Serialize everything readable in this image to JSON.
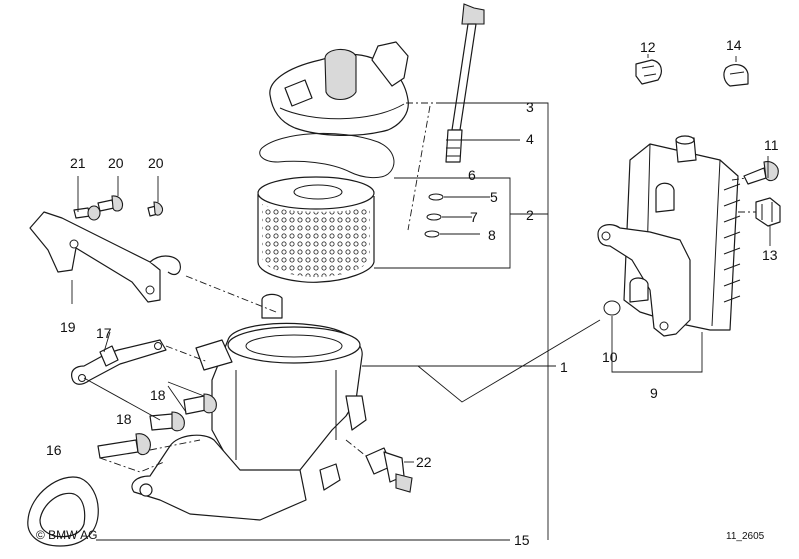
{
  "callouts": [
    {
      "id": "c1",
      "text": "1"
    },
    {
      "id": "c2",
      "text": "2"
    },
    {
      "id": "c3",
      "text": "3"
    },
    {
      "id": "c4",
      "text": "4"
    },
    {
      "id": "c5",
      "text": "5"
    },
    {
      "id": "c6",
      "text": "6"
    },
    {
      "id": "c7",
      "text": "7"
    },
    {
      "id": "c8",
      "text": "8"
    },
    {
      "id": "c9",
      "text": "9"
    },
    {
      "id": "c10",
      "text": "10"
    },
    {
      "id": "c11",
      "text": "11"
    },
    {
      "id": "c12",
      "text": "12"
    },
    {
      "id": "c13",
      "text": "13"
    },
    {
      "id": "c14",
      "text": "14"
    },
    {
      "id": "c15",
      "text": "15"
    },
    {
      "id": "c16",
      "text": "16"
    },
    {
      "id": "c17",
      "text": "17"
    },
    {
      "id": "c18a",
      "text": "18"
    },
    {
      "id": "c18b",
      "text": "18"
    },
    {
      "id": "c19",
      "text": "19"
    },
    {
      "id": "c20a",
      "text": "20"
    },
    {
      "id": "c20b",
      "text": "20"
    },
    {
      "id": "c21",
      "text": "21"
    },
    {
      "id": "c22",
      "text": "22"
    }
  ],
  "copyright": "© BMW AG",
  "drawing_number": "11_2605"
}
